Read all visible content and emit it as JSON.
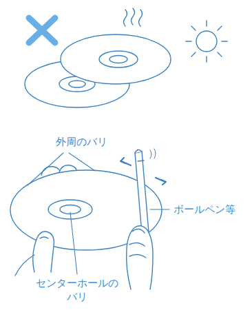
{
  "diagram": {
    "labels": [
      "外周のバリ",
      "ボールペン等",
      "センターホールのバリ"
    ]
  }
}
